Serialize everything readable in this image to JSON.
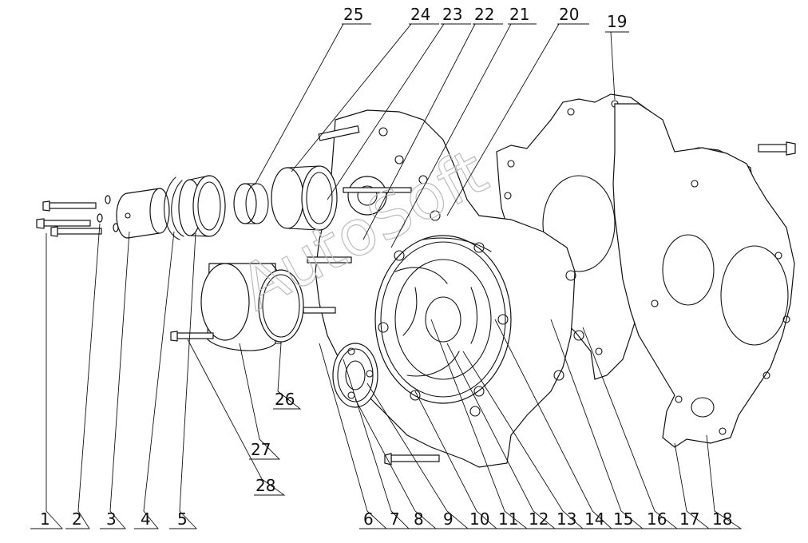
{
  "diagram": {
    "watermark_text": "AutoSoft",
    "callouts": [
      "1",
      "2",
      "3",
      "4",
      "5",
      "6",
      "7",
      "8",
      "9",
      "10",
      "11",
      "12",
      "13",
      "14",
      "15",
      "16",
      "17",
      "18",
      "19",
      "20",
      "21",
      "22",
      "23",
      "24",
      "25",
      "26",
      "27",
      "28"
    ]
  }
}
